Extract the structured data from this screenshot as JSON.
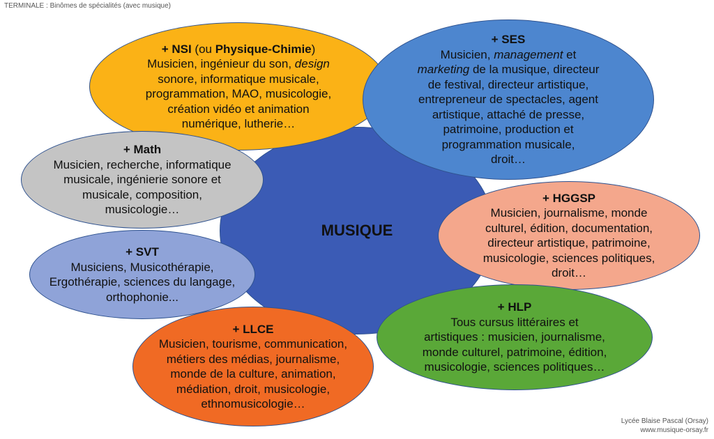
{
  "header": {
    "text": "TERMINALE : Binômes de spécialités (avec musique)"
  },
  "footer": {
    "line1": "Lycée Blaise Pascal (Orsay)",
    "line2": "www.musique-orsay.fr"
  },
  "colors": {
    "center": "#3b5bb5",
    "nsi": "#fbb216",
    "ses": "#4d86cf",
    "math": "#c4c4c4",
    "hggsp": "#f4a78c",
    "svt": "#8fa3d8",
    "hlp": "#5aa838",
    "llce": "#f06a24"
  },
  "center": {
    "label": "MUSIQUE"
  },
  "nsi": {
    "title_a": "+ NSI",
    "title_b": " (ou ",
    "title_c": "Physique-Chimie",
    "title_d": ")",
    "line1_a": "Musicien, ingénieur du son, ",
    "line1_b": "design",
    "line2": "sonore, informatique musicale,",
    "line3": "programmation, MAO, musicologie,",
    "line4": "création vidéo et animation",
    "line5": "numérique, lutherie…"
  },
  "ses": {
    "title": "+ SES",
    "line1_a": "Musicien, ",
    "line1_b": "management",
    "line1_c": " et",
    "line2_a": "marketing",
    "line2_b": " de la musique, directeur",
    "line3": "de festival, directeur artistique,",
    "line4": "entrepreneur de spectacles, agent",
    "line5": "artistique, attaché de presse,",
    "line6": "patrimoine, production et",
    "line7": "programmation musicale,",
    "line8": "droit…"
  },
  "math": {
    "title": "+ Math",
    "lines": [
      "Musicien, recherche, informatique",
      "musicale, ingénierie sonore et",
      "musicale, composition,",
      "musicologie…"
    ]
  },
  "hggsp": {
    "title": "+ HGGSP",
    "lines": [
      "Musicien, journalisme, monde",
      "culturel, édition, documentation,",
      "directeur artistique, patrimoine,",
      "musicologie, sciences politiques,",
      "droit…"
    ]
  },
  "svt": {
    "title": "+ SVT",
    "lines": [
      "Musiciens, Musicothérapie,",
      "Ergothérapie, sciences du langage,",
      "orthophonie..."
    ]
  },
  "hlp": {
    "title": "+ HLP",
    "lines": [
      "Tous cursus littéraires et",
      "artistiques : musicien, journalisme,",
      "monde culturel, patrimoine, édition,",
      "musicologie, sciences politiques…"
    ]
  },
  "llce": {
    "title": "+ LLCE",
    "lines": [
      "Musicien, tourisme, communication,",
      "métiers des médias, journalisme,",
      "monde de la culture, animation,",
      "médiation, droit, musicologie,",
      "ethnomusicologie…"
    ]
  }
}
